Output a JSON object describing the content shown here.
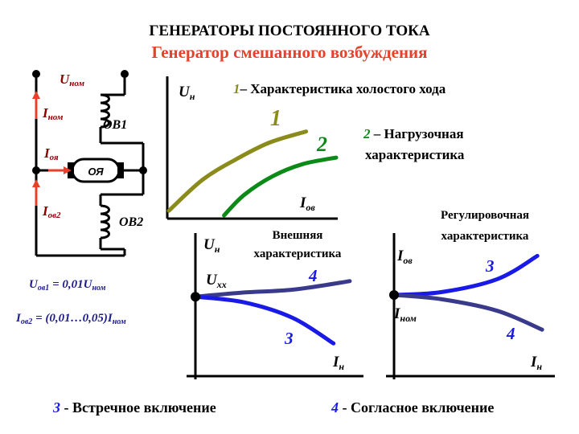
{
  "header": {
    "title": "ГЕНЕРАТОРЫ ПОСТОЯННОГО ТОКА",
    "subtitle": "Генератор смешанного возбуждения"
  },
  "colors": {
    "accent_red": "#e8402a",
    "dark_red": "#8b0000",
    "olive_curve": "#8b8b1c",
    "green_curve": "#0c8a18",
    "blue_curve": "#1a1ae6",
    "dark_blue_curve": "#3a3a8c",
    "navy_text": "#1c1c8c"
  },
  "circuit": {
    "u_nom": {
      "main": "U",
      "sub": "ном"
    },
    "i_nom": {
      "main": "I",
      "sub": "ном"
    },
    "i_ya": {
      "main": "I",
      "sub": "оя"
    },
    "i_ov2": {
      "main": "I",
      "sub": "ов2"
    },
    "ov1_label": "ОВ1",
    "ov2_label": "ОВ2",
    "armature_label": "ОЯ"
  },
  "formulas": {
    "u_ov1": {
      "a": "U",
      "a_sub": "ов1",
      "b": " = 0,01U",
      "b_sub": "ном"
    },
    "i_ov2": {
      "a": "I",
      "a_sub": "ов2",
      "b": " = (0,01…0,05)I",
      "b_sub": "ном"
    }
  },
  "chart_data": [
    {
      "type": "line",
      "name": "no-load-and-load",
      "ylabel": {
        "main": "U",
        "sub": "н"
      },
      "xlabel": {
        "main": "I",
        "sub": "ов"
      },
      "series": [
        {
          "name": "1",
          "points": [
            [
              0,
              0.05
            ],
            [
              0.2,
              0.38
            ],
            [
              0.4,
              0.6
            ],
            [
              0.6,
              0.78
            ],
            [
              0.82,
              0.9
            ]
          ]
        },
        {
          "name": "2",
          "points": [
            [
              0.33,
              0
            ],
            [
              0.45,
              0.22
            ],
            [
              0.62,
              0.42
            ],
            [
              0.8,
              0.55
            ],
            [
              1.0,
              0.62
            ]
          ]
        }
      ]
    },
    {
      "type": "line",
      "name": "external",
      "title_lines": [
        "Внешняя",
        "характеристика"
      ],
      "ylabel": {
        "main": "U",
        "sub": "н"
      },
      "xlabel": {
        "main": "I",
        "sub": "н"
      },
      "point_label": {
        "main": "U",
        "sub": "хх"
      },
      "series": [
        {
          "name": "4",
          "points": [
            [
              0,
              0.55
            ],
            [
              0.3,
              0.58
            ],
            [
              0.6,
              0.6
            ],
            [
              0.95,
              0.66
            ]
          ]
        },
        {
          "name": "3",
          "points": [
            [
              0,
              0.55
            ],
            [
              0.3,
              0.51
            ],
            [
              0.6,
              0.4
            ],
            [
              0.85,
              0.22
            ]
          ]
        }
      ]
    },
    {
      "type": "line",
      "name": "regulating",
      "title_lines": [
        "Регулировочная",
        "характеристика"
      ],
      "ylabel": {
        "main": "I",
        "sub": "ов"
      },
      "xlabel": {
        "main": "I",
        "sub": "н"
      },
      "point_label": {
        "main": "I",
        "sub": "ном"
      },
      "series": [
        {
          "name": "3",
          "points": [
            [
              0,
              0.55
            ],
            [
              0.3,
              0.57
            ],
            [
              0.65,
              0.66
            ],
            [
              0.9,
              0.82
            ]
          ]
        },
        {
          "name": "4",
          "points": [
            [
              0,
              0.55
            ],
            [
              0.3,
              0.52
            ],
            [
              0.65,
              0.44
            ],
            [
              0.93,
              0.31
            ]
          ]
        }
      ]
    }
  ],
  "legend_right": {
    "item1": {
      "num": "1",
      "text": "– Характеристика холостого хода"
    },
    "item2": {
      "num": "2",
      "text": " – Нагрузочная",
      "line2": "характеристика"
    }
  },
  "footer": {
    "left": {
      "num": "3",
      "text": " - Встречное включение"
    },
    "right": {
      "num": "4",
      "text": " - Согласное включение"
    }
  }
}
